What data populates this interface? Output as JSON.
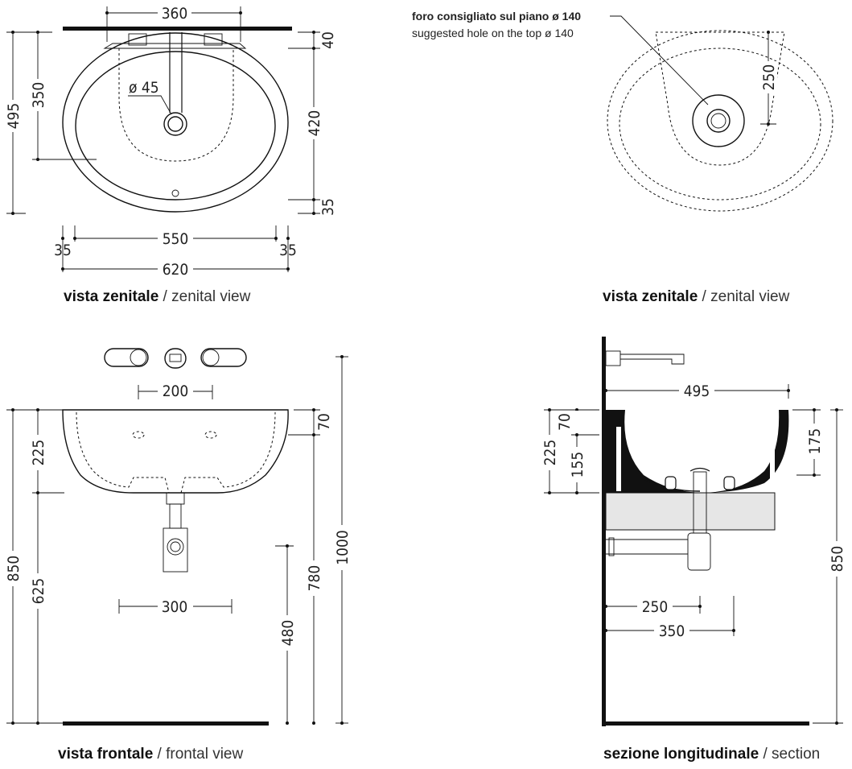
{
  "views": {
    "top_left": {
      "caption_it": "vista zenitale",
      "caption_sep": " / ",
      "caption_en": "zenital view",
      "dims": {
        "tap_spacing": "360",
        "waste_diameter": "ø 45",
        "depth_total": "495",
        "depth_inner": "350",
        "back_rim": "40",
        "inner_depth": "420",
        "front_rim": "35",
        "inner_width": "550",
        "side_left": "35",
        "side_right": "35",
        "total_width": "620"
      }
    },
    "top_right": {
      "caption_it": "vista zenitale",
      "caption_sep": " / ",
      "caption_en": "zenital view",
      "note_it": "foro consigliato sul piano ø 140",
      "note_en": "suggested hole on the top ø 140",
      "dims": {
        "hole_offset": "250"
      }
    },
    "front": {
      "caption_it": "vista frontale",
      "caption_sep": " / ",
      "caption_en": "frontal view",
      "dims": {
        "tap_spacing": "200",
        "bowl_height": "225",
        "rim_height": "70",
        "floor_to_bowl": "625",
        "total_height": "850",
        "bracket_spacing": "300",
        "trap_height": "480",
        "tap_height": "780",
        "overall": "1000"
      }
    },
    "section": {
      "caption_it": "sezione longitudinale",
      "caption_sep": " / ",
      "caption_en": "section",
      "dims": {
        "depth": "495",
        "rim": "70",
        "bowl_height": "225",
        "lower": "155",
        "inner_depth": "175",
        "floor_height": "850",
        "waste_offset": "250",
        "trap_offset": "350"
      }
    }
  }
}
